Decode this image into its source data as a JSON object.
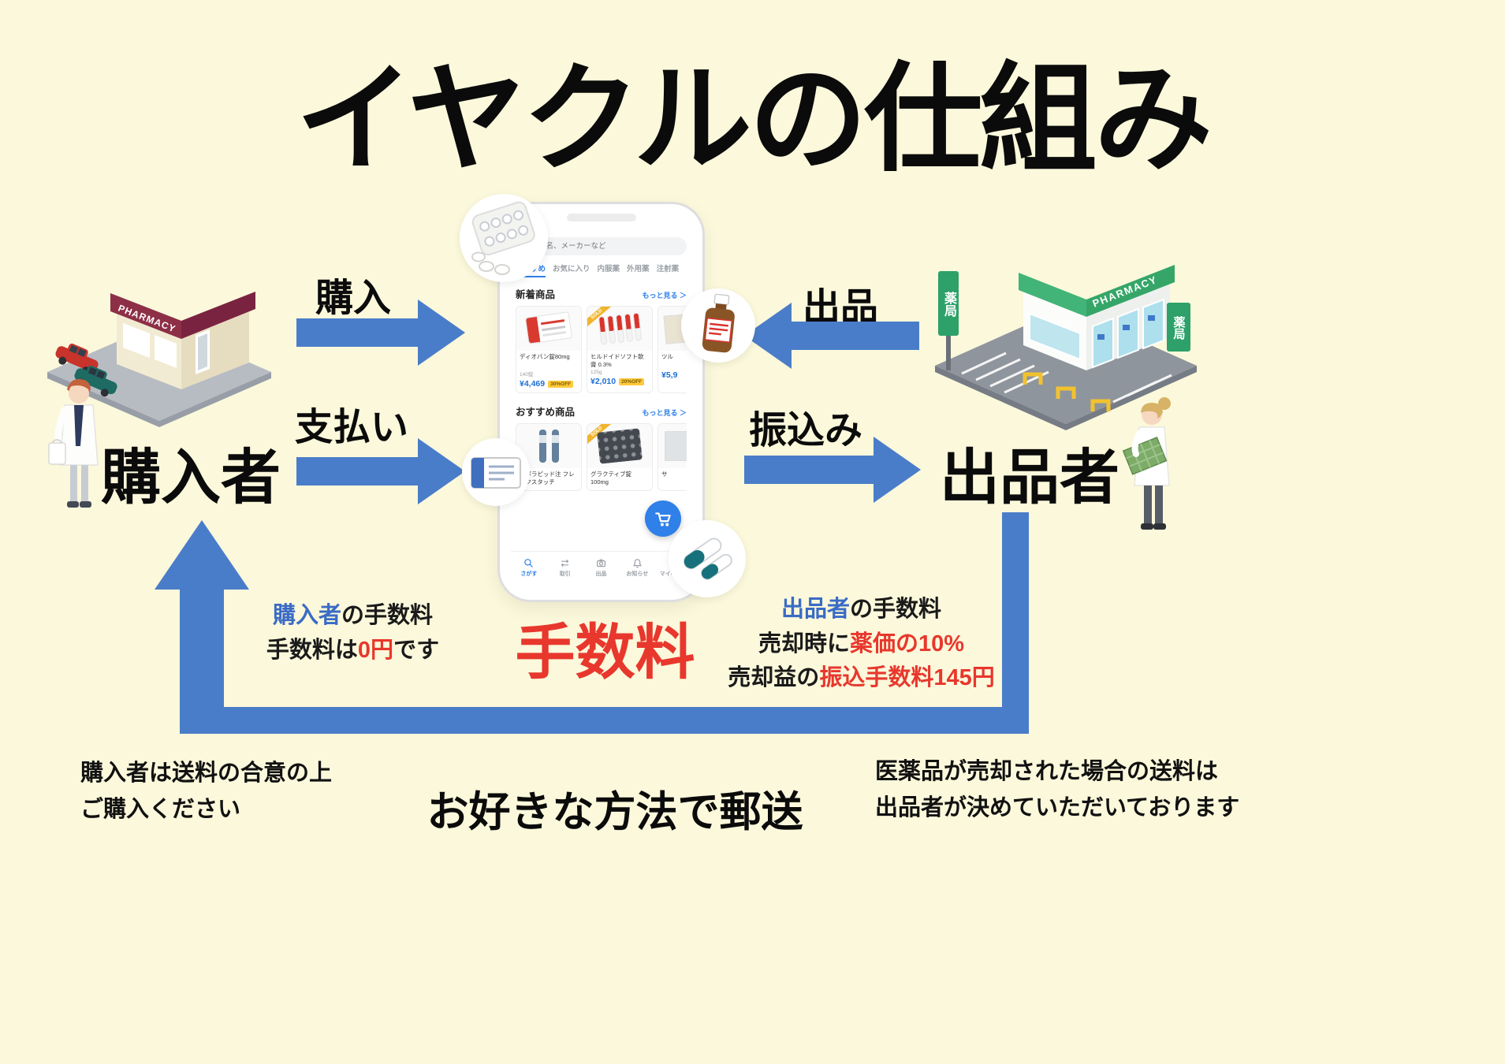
{
  "title": "イヤクルの仕組み",
  "colors": {
    "arrow_blue": "#4a7dc9",
    "accent_blue": "#2f80e8",
    "text_blue": "#3a6bc5",
    "red": "#e8372d",
    "background": "#fbf8db"
  },
  "buyer": {
    "label": "購入者",
    "building_sign": "PHARMACY",
    "arrow_buy": "購入",
    "arrow_pay": "支払い",
    "fee_line1_blue": "購入者",
    "fee_line1_rest": "の手数料",
    "fee_line2_pre": "手数料は",
    "fee_line2_red": "0円",
    "fee_line2_post": "です",
    "note_line1": "購入者は送料の合意の上",
    "note_line2": "ご購入ください"
  },
  "seller": {
    "label": "出品者",
    "building_sign": "PHARMACY",
    "side_sign": "薬局",
    "arrow_sell": "出品",
    "arrow_transfer": "振込み",
    "fee_line1_blue": "出品者",
    "fee_line1_rest": "の手数料",
    "fee_line2_pre": "売却時に",
    "fee_line2_red": "薬価の10%",
    "fee_line3_pre": "売却益の",
    "fee_line3_red": "振込手数料145円",
    "note_line1": "医薬品が売却された場合の送料は",
    "note_line2": "出品者が決めていただいております"
  },
  "center": {
    "fee_title": "手数料",
    "shipping": "お好きな方法で郵送"
  },
  "phone": {
    "search_placeholder": "医薬品名、メーカーなど",
    "tabs": [
      "おすすめ",
      "お気に入り",
      "内服薬",
      "外用薬",
      "注射薬"
    ],
    "section1_title": "新着商品",
    "section1_more": "もっと見る ＞",
    "section2_title": "おすすめ商品",
    "section2_more": "もっと見る ＞",
    "sold_label": "SOLD",
    "products1": [
      {
        "name": "ディオバン錠80mg",
        "qty": "140錠",
        "price": "¥4,469",
        "badge": "30%OFF"
      },
      {
        "name": "ヒルドイドソフト軟膏 0.3%",
        "qty": "125g",
        "price": "¥2,010",
        "badge": "20%OFF"
      },
      {
        "name": "ツル",
        "qty": "",
        "price": "¥5,9",
        "badge": ""
      }
    ],
    "products2": [
      {
        "name": "ノボラピッド注 フレックスタッチ"
      },
      {
        "name": "グラクティブ錠100mg"
      },
      {
        "name": "サ"
      }
    ],
    "nav": [
      "さがす",
      "取引",
      "出品",
      "お知らせ",
      "マイページ"
    ]
  }
}
